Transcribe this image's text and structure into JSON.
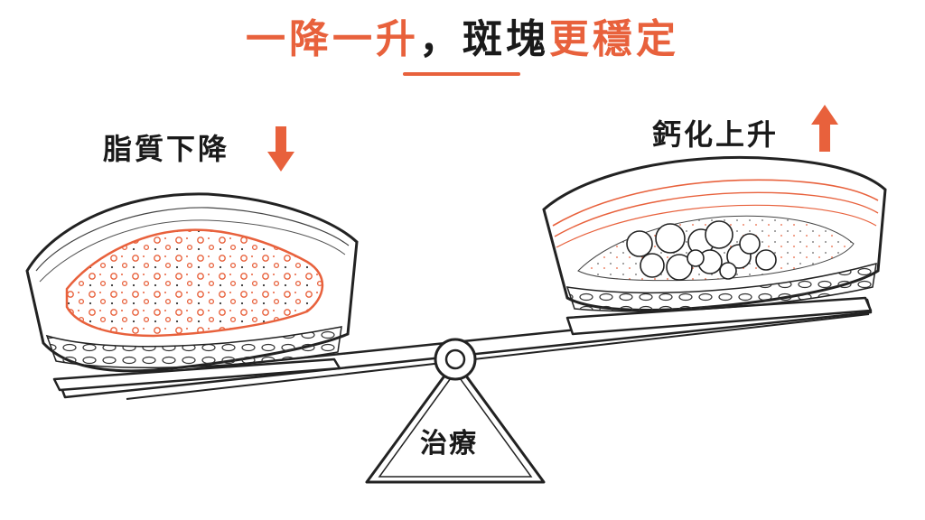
{
  "title": {
    "part1": "一降一升",
    "part2": "，斑塊",
    "part3": "更穩定"
  },
  "labels": {
    "left": "脂質下降",
    "right": "鈣化上升",
    "fulcrum": "治療"
  },
  "colors": {
    "accent": "#e8613c",
    "ink": "#1a1a1a"
  }
}
